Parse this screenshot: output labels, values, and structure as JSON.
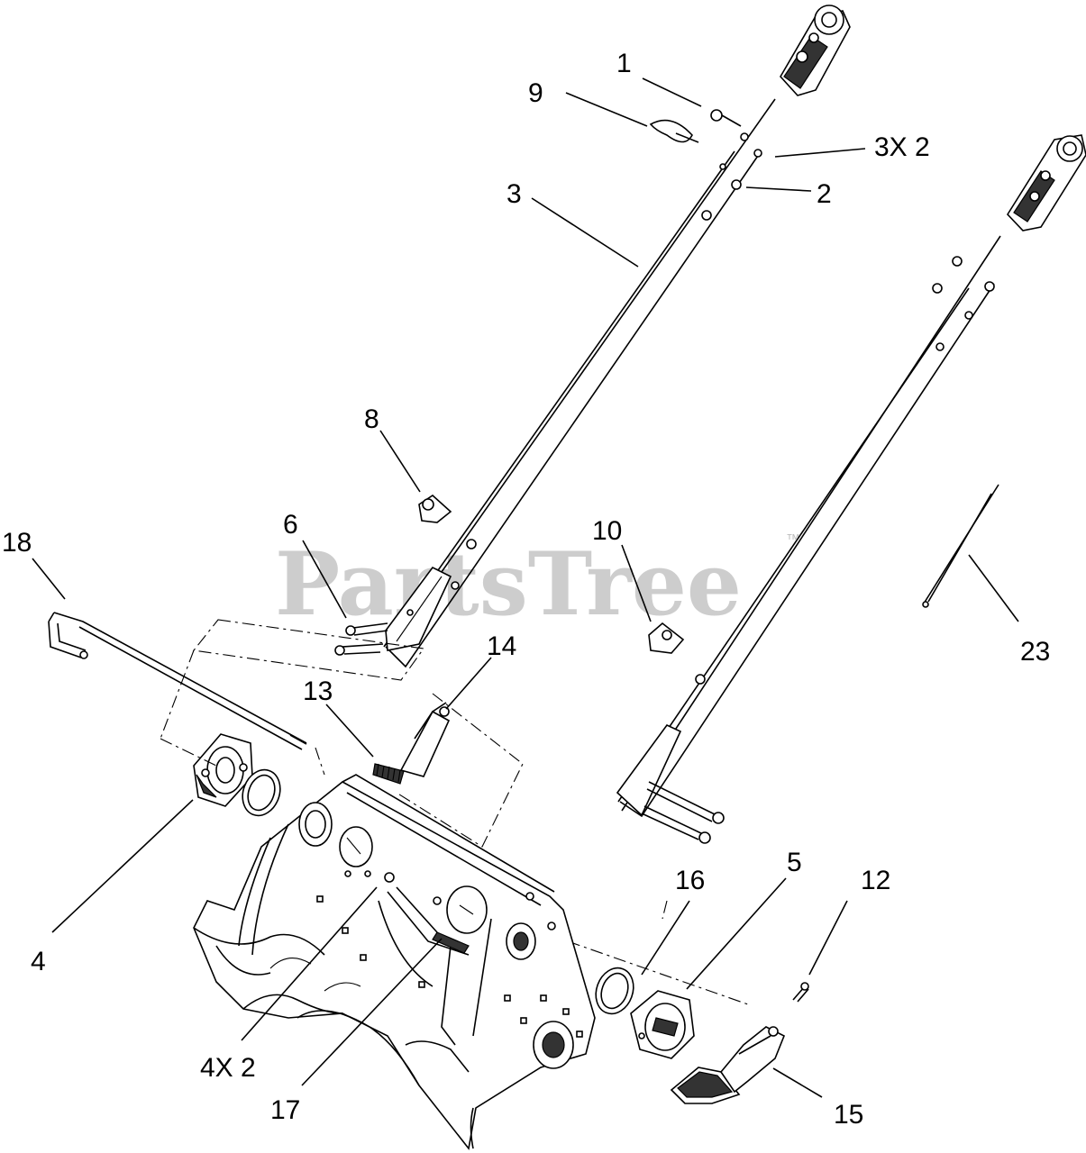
{
  "watermark": {
    "text": "PartsTree",
    "mark": "™"
  },
  "labels": {
    "p1": "1",
    "p9": "9",
    "p3x2": "3X 2",
    "p3": "3",
    "p2": "2",
    "p8": "8",
    "p18": "18",
    "p6": "6",
    "p10": "10",
    "p23": "23",
    "p14": "14",
    "p13": "13",
    "p4": "4",
    "p16": "16",
    "p5": "5",
    "p12": "12",
    "p4x2": "4X 2",
    "p17": "17",
    "p15": "15"
  }
}
